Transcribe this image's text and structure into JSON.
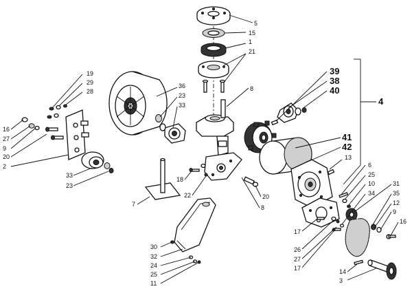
{
  "diagram": {
    "callouts": {
      "c1": "1",
      "c2": "2",
      "c3": "3",
      "c4": "4",
      "c5": "5",
      "c6": "6",
      "c7": "7",
      "c8a": "8",
      "c8b": "8",
      "c9a": "9",
      "c9b": "9",
      "c10": "10",
      "c11": "11",
      "c12": "12",
      "c13": "13",
      "c14": "14",
      "c15": "15",
      "c16a": "16",
      "c16b": "16",
      "c17a": "17",
      "c17b": "17",
      "c18": "18",
      "c19": "19",
      "c20a": "20",
      "c20b": "20",
      "c21": "21",
      "c22": "22",
      "c23a": "23",
      "c23b": "23",
      "c24": "24",
      "c25a": "25",
      "c25b": "25",
      "c26": "26",
      "c27a": "27",
      "c27b": "27",
      "c28": "28",
      "c29": "29",
      "c30": "30",
      "c31": "31",
      "c32": "32",
      "c33a": "33",
      "c33b": "33",
      "c34": "34",
      "c35": "35",
      "c36": "36",
      "c38": "38",
      "c39": "39",
      "c40": "40",
      "c41": "41",
      "c42": "42"
    }
  }
}
